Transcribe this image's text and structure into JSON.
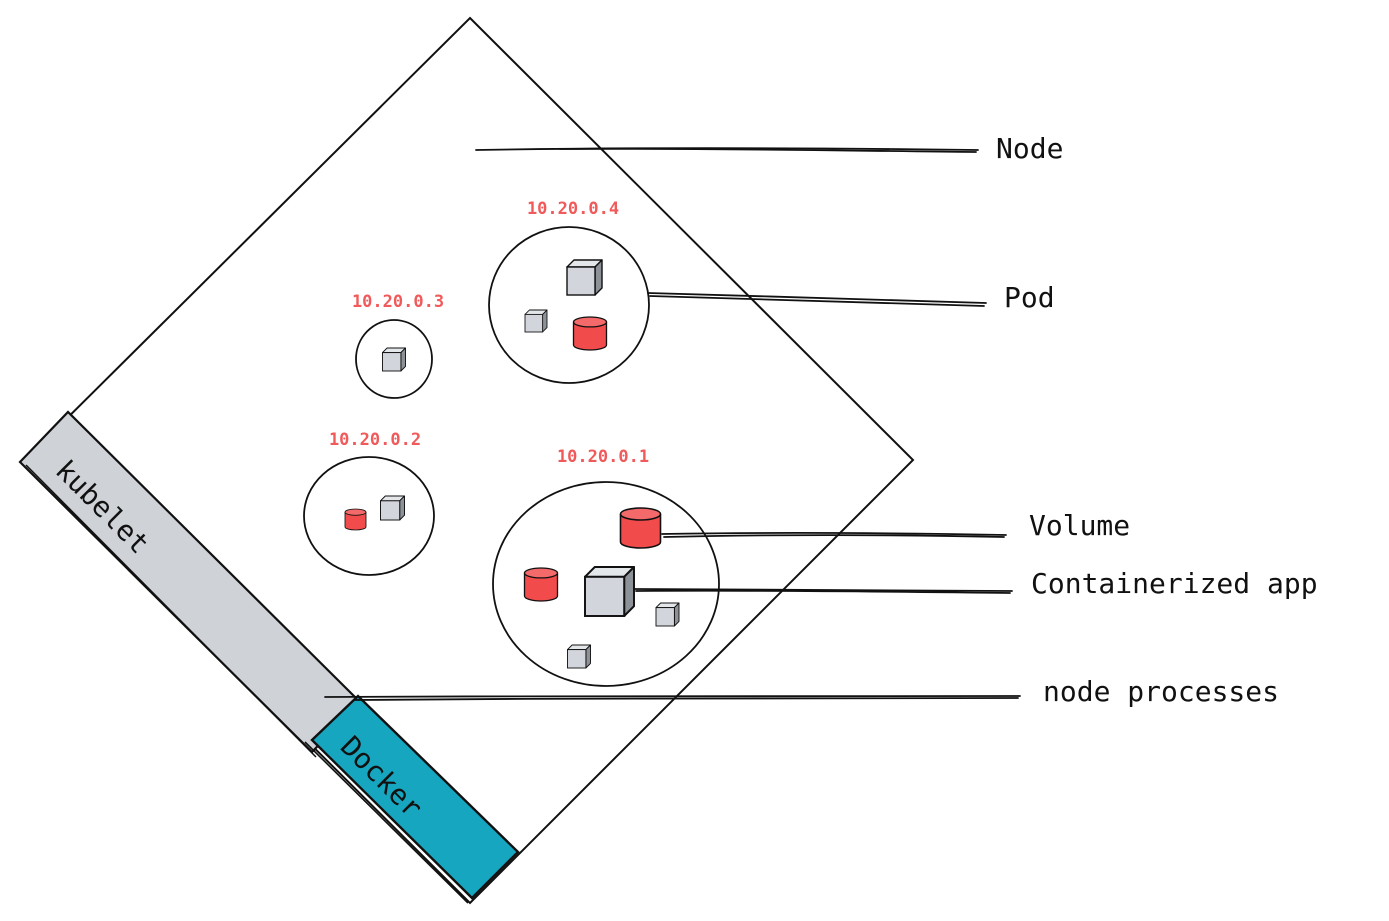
{
  "labels": {
    "node": "Node",
    "pod": "Pod",
    "volume": "Volume",
    "containerized_app": "Containerized app",
    "node_processes": "node processes"
  },
  "bars": {
    "kubelet": "kubelet",
    "docker": "Docker"
  },
  "pods": [
    {
      "ip": "10.20.0.4"
    },
    {
      "ip": "10.20.0.3"
    },
    {
      "ip": "10.20.0.2"
    },
    {
      "ip": "10.20.0.1"
    }
  ],
  "colors": {
    "ip_text": "#f05a5a",
    "volume_fill": "#f24b4b",
    "container_fill": "#d2d6dc",
    "kubelet_bar": "#cfd3d8",
    "docker_bar": "#17a6bf",
    "stroke": "#111111"
  }
}
